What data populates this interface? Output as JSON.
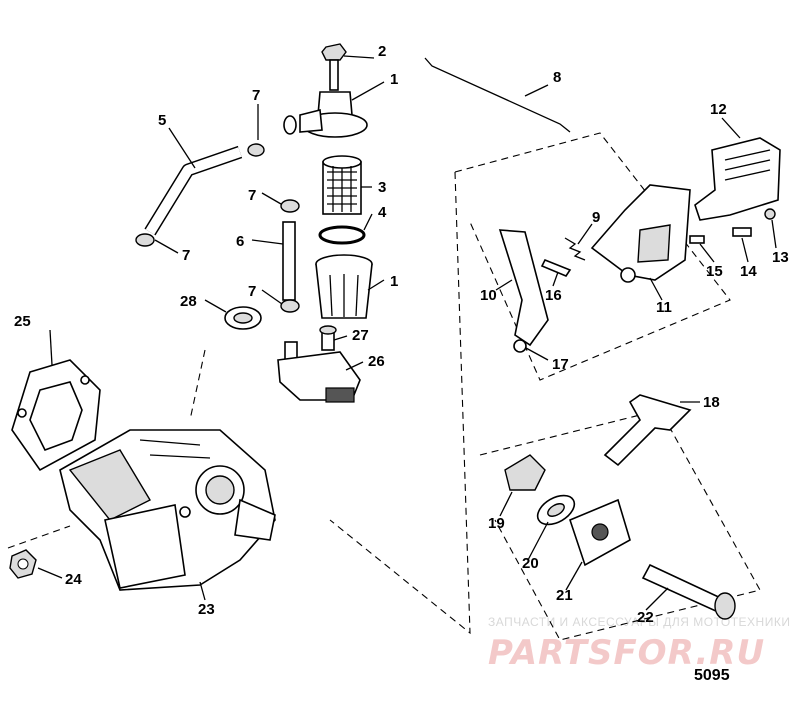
{
  "diagram_code": "5095",
  "watermark": {
    "tagline": "ЗАПЧАСТИ И АКСЕССУАРЫ ДЛЯ МОТОТЕХНИКИ",
    "brand": "PARTSFOR.RU"
  },
  "callouts": {
    "c1a": "1",
    "c1b": "1",
    "c2": "2",
    "c3": "3",
    "c4": "4",
    "c5": "5",
    "c6": "6",
    "c7a": "7",
    "c7b": "7",
    "c7c": "7",
    "c7d": "7",
    "c8": "8",
    "c9": "9",
    "c10": "10",
    "c11": "11",
    "c12": "12",
    "c13": "13",
    "c14": "14",
    "c15": "15",
    "c16": "16",
    "c17": "17",
    "c18": "18",
    "c19": "19",
    "c20": "20",
    "c21": "21",
    "c22": "22",
    "c23": "23",
    "c24": "24",
    "c25": "25",
    "c26": "26",
    "c27": "27",
    "c28": "28"
  }
}
